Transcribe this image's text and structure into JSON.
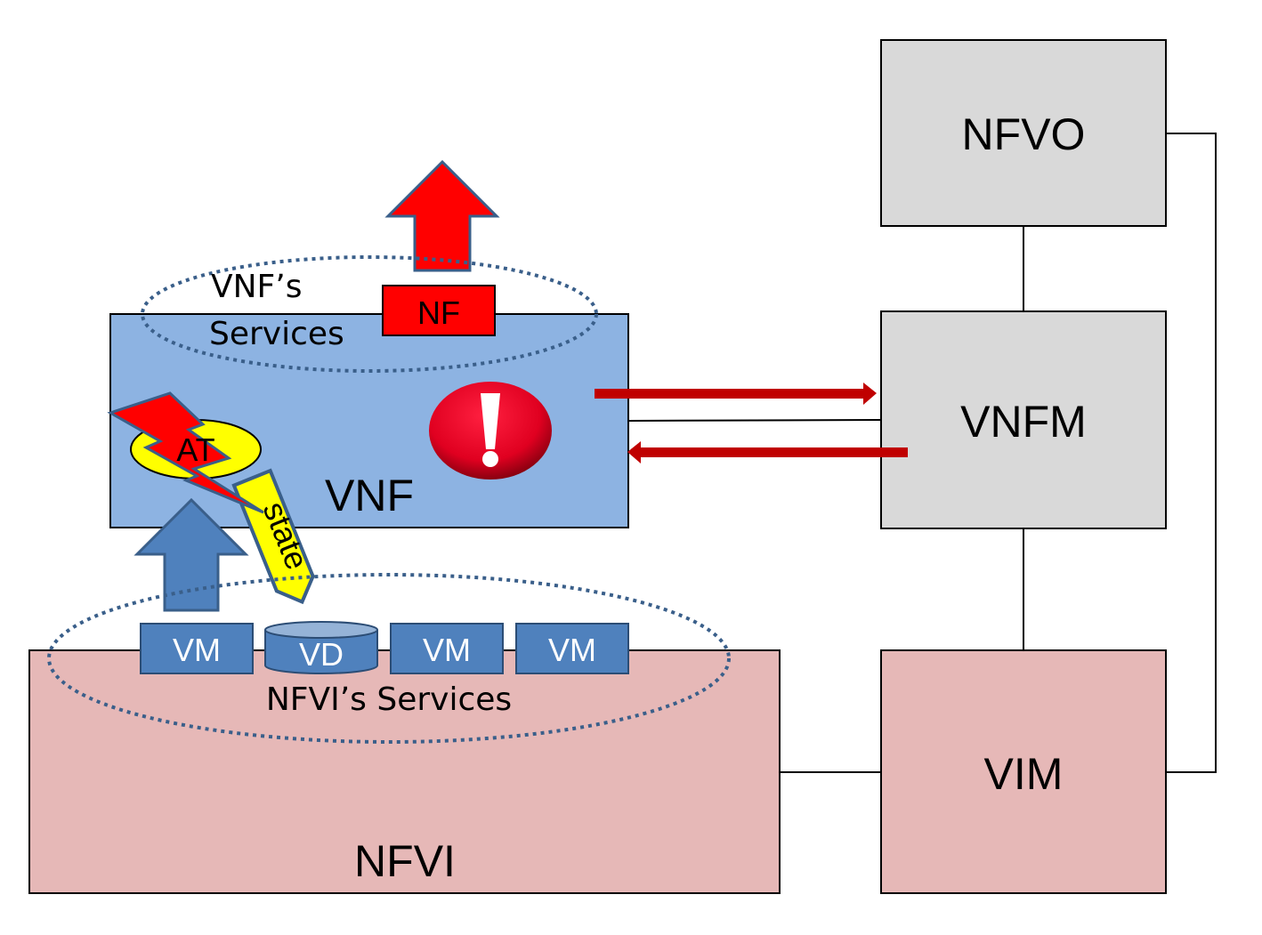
{
  "nodes": {
    "nfvo": "NFVO",
    "vnfm": "VNFM",
    "vim": "VIM",
    "vnf": "VNF",
    "nfvi": "NFVI",
    "nf": "NF",
    "vnf_services": [
      "VNF’s",
      "Services"
    ],
    "nfvi_services": "NFVI’s Services",
    "vms": [
      "VM",
      "VM",
      "VM"
    ],
    "vd": "VD",
    "state": "state",
    "ellipse_label": "AT"
  },
  "icons": {
    "alert": "exclamation-icon",
    "fault": "lightning-bolt-icon"
  },
  "colors": {
    "vnf_fill": "#8db3e2",
    "nfvi_fill": "#e6b8b7",
    "manager_fill": "#d9d9d9",
    "vm_fill": "#4f81bd",
    "red_arrow": "#c00000",
    "nf_red": "#ff0000",
    "state_yellow": "#ffff00"
  }
}
